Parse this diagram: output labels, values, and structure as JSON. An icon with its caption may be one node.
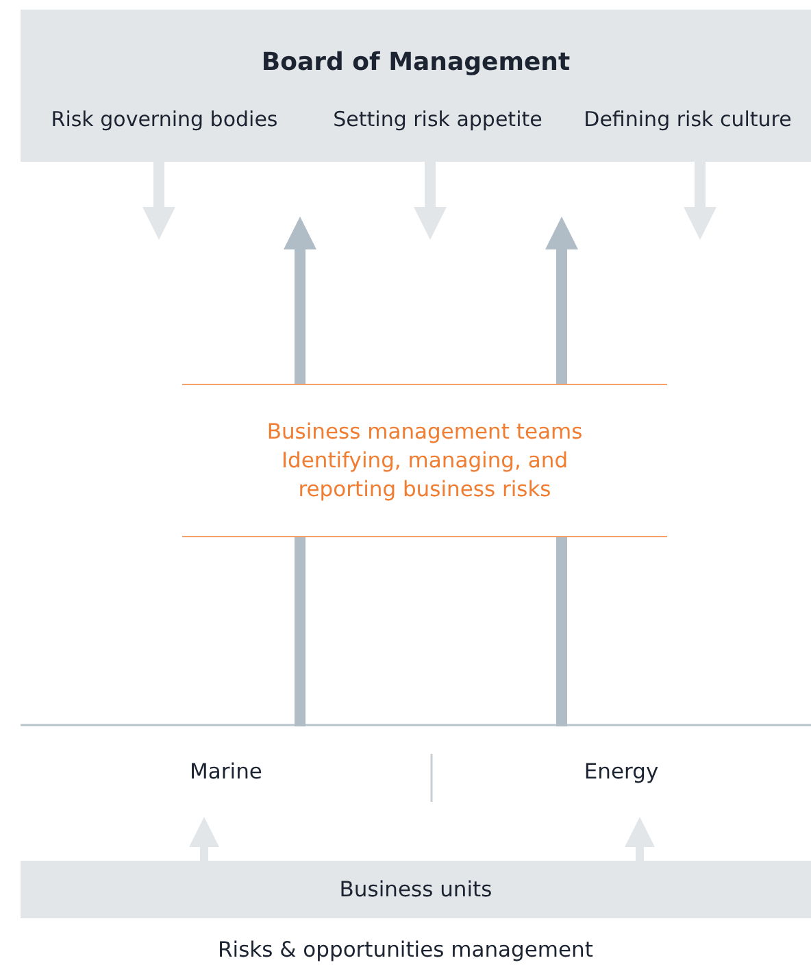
{
  "diagram": {
    "nodes": [
      {
        "text": [
          "Board of Management"
        ]
      },
      {
        "text": [
          "Risk governing bodies"
        ],
        "in": 0
      },
      {
        "text": [
          "Setting risk appetite"
        ],
        "in": 0
      },
      {
        "text": [
          "Defining risk culture"
        ],
        "in": 0
      },
      {
        "text": [
          "Business management teams",
          "Identifying, managing, and reporting business risks"
        ]
      },
      {
        "text": [
          "Marine"
        ]
      },
      {
        "text": [
          "Energy"
        ]
      },
      {
        "text": [
          "Business units"
        ]
      }
    ],
    "edges": [
      {
        "from": 1,
        "to": null,
        "arrow": "to"
      },
      {
        "from": 4,
        "to": 0,
        "arrow": "to",
        "color": "#b0bcc6"
      },
      {
        "from": 2,
        "to": null,
        "arrow": "to"
      },
      {
        "from": 4,
        "to": 0,
        "arrow": "to",
        "color": "#b0bcc6"
      },
      {
        "from": 3,
        "to": null,
        "arrow": "to"
      },
      {
        "from": 5,
        "to": 4,
        "arrow": "none",
        "color": "#b0bcc6"
      },
      {
        "from": 6,
        "to": 4,
        "arrow": "none",
        "color": "#b0bcc6"
      },
      {
        "from": 7,
        "to": 5,
        "arrow": "to"
      },
      {
        "from": 7,
        "to": 6,
        "arrow": "to"
      }
    ],
    "labels": [
      "Risks & opportunities management"
    ]
  }
}
